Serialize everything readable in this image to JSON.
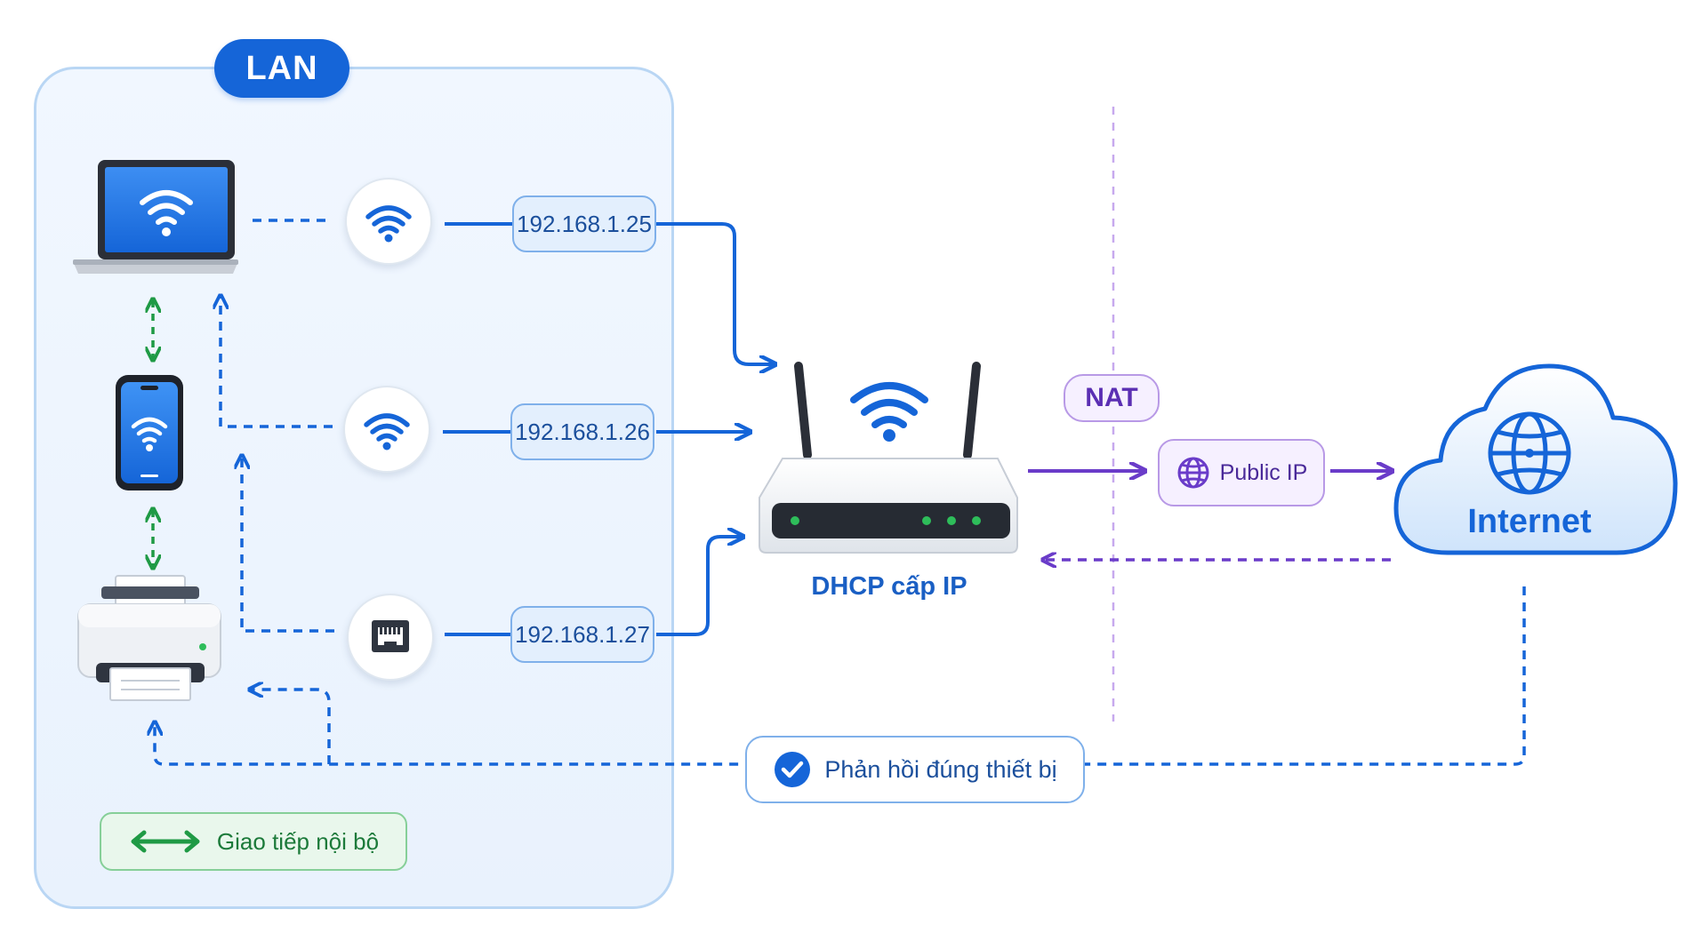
{
  "lan": {
    "title": "LAN"
  },
  "devices": {
    "laptop": {
      "ip": "192.168.1.25"
    },
    "phone": {
      "ip": "192.168.1.26"
    },
    "printer": {
      "ip": "192.168.1.27"
    }
  },
  "router": {
    "label": "DHCP cấp IP"
  },
  "nat": {
    "label": "NAT"
  },
  "public_ip": {
    "label": "Public IP"
  },
  "internet": {
    "label": "Internet"
  },
  "response": {
    "label": "Phản hồi đúng thiết bị"
  },
  "legend": {
    "label": "Giao tiếp nội bộ"
  },
  "colors": {
    "blue": "#1565d8",
    "green": "#1f9a45",
    "purple": "#6a3cc9",
    "lan_bg": "#eef5fe"
  }
}
